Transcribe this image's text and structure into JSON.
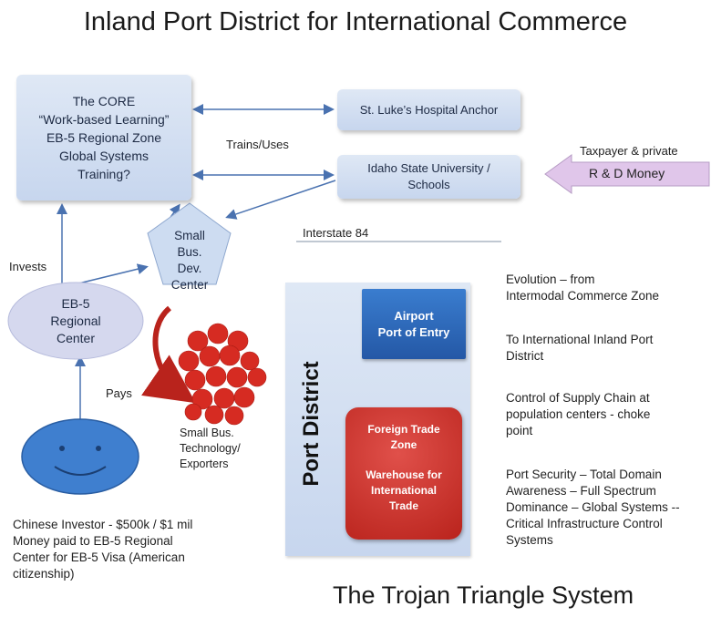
{
  "title": "Inland Port District for International Commerce",
  "core_box": "The CORE\n“Work-based Learning”\nEB-5 Regional Zone\nGlobal Systems\nTraining?",
  "st_lukes": "St. Luke’s Hospital Anchor",
  "isu": "Idaho State University /\nSchools",
  "trains_uses": "Trains/Uses",
  "taxpayer": "Taxpayer & private",
  "rd_money": "R & D Money",
  "small_bus_center": "Small\nBus.\nDev.\nCenter",
  "interstate": "Interstate 84",
  "invests": "Invests",
  "eb5_center": "EB-5\nRegional\nCenter",
  "pays": "Pays",
  "small_bus_tech": "Small Bus.\nTechnology/\nExporters",
  "investor_text": "Chinese Investor - $500k / $1 mil\nMoney paid to EB-5 Regional\nCenter for EB-5 Visa (American\ncitizenship)",
  "port_district": "Port District",
  "airport": "Airport\nPort of Entry",
  "ftz": "Foreign Trade\nZone",
  "warehouse": "Warehouse for\nInternational\nTrade",
  "evolution": "Evolution – from\nIntermodal Commerce Zone",
  "to_district": "To International Inland Port\nDistrict",
  "supply_chain": "Control of Supply Chain at\npopulation centers - choke\npoint",
  "port_security": "Port Security – Total Domain\nAwareness – Full Spectrum\nDominance – Global Systems --\nCritical Infrastructure Control\nSystems",
  "bottom_title": "The Trojan Triangle System",
  "colors": {
    "box_fill": "#c7d6ee",
    "arrow": "#4a72b0",
    "airport": "#2f6bbf",
    "ftz": "#c9302a",
    "face": "#3f7fcf",
    "cluster": "#d62b22"
  }
}
